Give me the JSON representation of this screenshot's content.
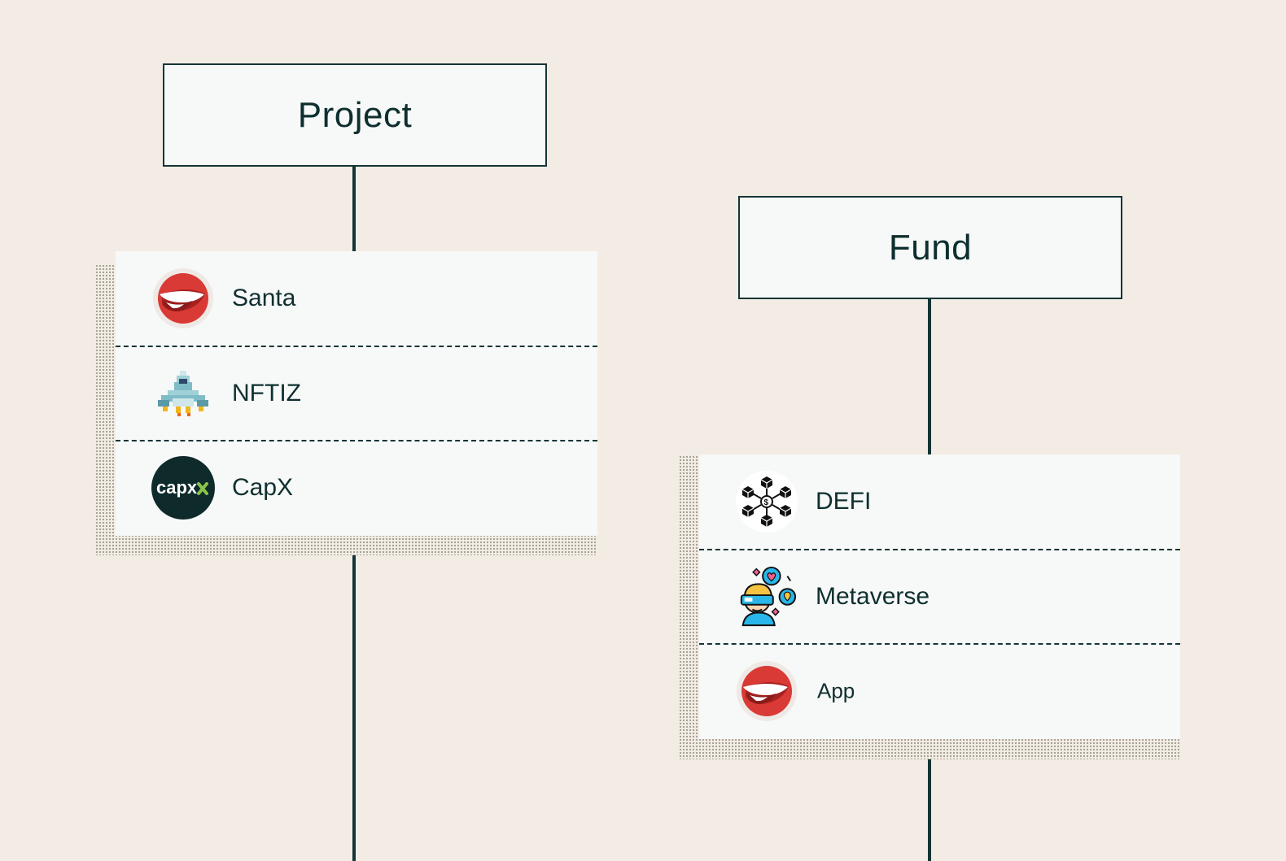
{
  "project": {
    "title": "Project",
    "items": [
      {
        "label": "Santa",
        "icon": "santa-logo-icon"
      },
      {
        "label": "NFTIZ",
        "icon": "rocket-ship-icon"
      },
      {
        "label": "CapX",
        "icon": "capx-logo-icon",
        "logo_text": "capx"
      }
    ]
  },
  "fund": {
    "title": "Fund",
    "items": [
      {
        "label": "DEFI",
        "icon": "blockchain-network-icon"
      },
      {
        "label": "Metaverse",
        "icon": "vr-headset-person-icon"
      },
      {
        "label": "App",
        "icon": "santa-logo-icon"
      }
    ]
  },
  "colors": {
    "background": "#f3ece4",
    "line": "#143535",
    "card": "#f7f8f8",
    "santa_red": "#d93a35",
    "capx_dark": "#0e2a2a",
    "capx_green": "#8bc34a"
  }
}
